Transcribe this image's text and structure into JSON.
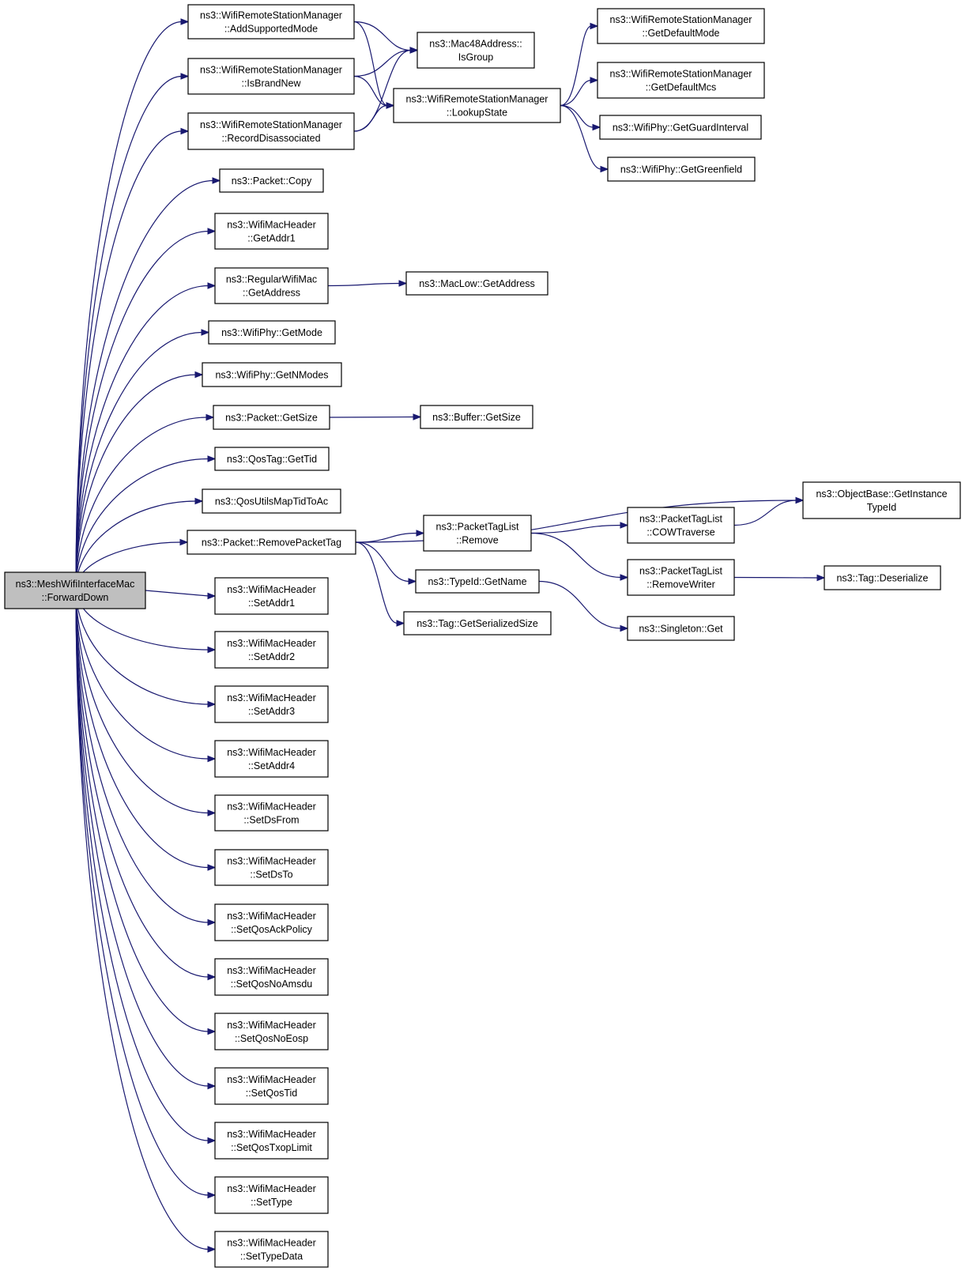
{
  "colors": {
    "edge": "#191970",
    "node_fill": "#ffffff",
    "root_fill": "#bfbfbf",
    "border": "#000000"
  },
  "nodes": {
    "root": [
      "ns3::MeshWifiInterfaceMac",
      "::ForwardDown"
    ],
    "addSupportedMode": [
      "ns3::WifiRemoteStationManager",
      "::AddSupportedMode"
    ],
    "isBrandNew": [
      "ns3::WifiRemoteStationManager",
      "::IsBrandNew"
    ],
    "recordDisassociated": [
      "ns3::WifiRemoteStationManager",
      "::RecordDisassociated"
    ],
    "packetCopy": [
      "ns3::Packet::Copy"
    ],
    "getAddr1": [
      "ns3::WifiMacHeader",
      "::GetAddr1"
    ],
    "regularGetAddress": [
      "ns3::RegularWifiMac",
      "::GetAddress"
    ],
    "getMode": [
      "ns3::WifiPhy::GetMode"
    ],
    "getNModes": [
      "ns3::WifiPhy::GetNModes"
    ],
    "packetGetSize": [
      "ns3::Packet::GetSize"
    ],
    "qosGetTid": [
      "ns3::QosTag::GetTid"
    ],
    "qosMap": [
      "ns3::QosUtilsMapTidToAc"
    ],
    "removePacketTag": [
      "ns3::Packet::RemovePacketTag"
    ],
    "setAddr1": [
      "ns3::WifiMacHeader",
      "::SetAddr1"
    ],
    "setAddr2": [
      "ns3::WifiMacHeader",
      "::SetAddr2"
    ],
    "setAddr3": [
      "ns3::WifiMacHeader",
      "::SetAddr3"
    ],
    "setAddr4": [
      "ns3::WifiMacHeader",
      "::SetAddr4"
    ],
    "setDsFrom": [
      "ns3::WifiMacHeader",
      "::SetDsFrom"
    ],
    "setDsTo": [
      "ns3::WifiMacHeader",
      "::SetDsTo"
    ],
    "setQosAckPolicy": [
      "ns3::WifiMacHeader",
      "::SetQosAckPolicy"
    ],
    "setQosNoAmsdu": [
      "ns3::WifiMacHeader",
      "::SetQosNoAmsdu"
    ],
    "setQosNoEosp": [
      "ns3::WifiMacHeader",
      "::SetQosNoEosp"
    ],
    "setQosTid": [
      "ns3::WifiMacHeader",
      "::SetQosTid"
    ],
    "setQosTxopLimit": [
      "ns3::WifiMacHeader",
      "::SetQosTxopLimit"
    ],
    "setType": [
      "ns3::WifiMacHeader",
      "::SetType"
    ],
    "setTypeData": [
      "ns3::WifiMacHeader",
      "::SetTypeData"
    ],
    "isGroup": [
      "ns3::Mac48Address::",
      "IsGroup"
    ],
    "lookupState": [
      "ns3::WifiRemoteStationManager",
      "::LookupState"
    ],
    "getDefaultMode": [
      "ns3::WifiRemoteStationManager",
      "::GetDefaultMode"
    ],
    "getDefaultMcs": [
      "ns3::WifiRemoteStationManager",
      "::GetDefaultMcs"
    ],
    "getGuardInterval": [
      "ns3::WifiPhy::GetGuardInterval"
    ],
    "getGreenfield": [
      "ns3::WifiPhy::GetGreenfield"
    ],
    "macLowGetAddress": [
      "ns3::MacLow::GetAddress"
    ],
    "bufferGetSize": [
      "ns3::Buffer::GetSize"
    ],
    "objectBase": [
      "ns3::ObjectBase::GetInstance",
      "TypeId"
    ],
    "ptlRemove": [
      "ns3::PacketTagList",
      "::Remove"
    ],
    "typeIdGetName": [
      "ns3::TypeId::GetName"
    ],
    "tagGetSerializedSize": [
      "ns3::Tag::GetSerializedSize"
    ],
    "cowTraverse": [
      "ns3::PacketTagList",
      "::COWTraverse"
    ],
    "removeWriter": [
      "ns3::PacketTagList",
      "::RemoveWriter"
    ],
    "tagDeserialize": [
      "ns3::Tag::Deserialize"
    ],
    "singletonGet": [
      "ns3::Singleton::Get"
    ]
  },
  "edges": [
    [
      "root",
      "addSupportedMode"
    ],
    [
      "root",
      "isBrandNew"
    ],
    [
      "root",
      "recordDisassociated"
    ],
    [
      "root",
      "packetCopy"
    ],
    [
      "root",
      "getAddr1"
    ],
    [
      "root",
      "regularGetAddress"
    ],
    [
      "root",
      "getMode"
    ],
    [
      "root",
      "getNModes"
    ],
    [
      "root",
      "packetGetSize"
    ],
    [
      "root",
      "qosGetTid"
    ],
    [
      "root",
      "qosMap"
    ],
    [
      "root",
      "removePacketTag"
    ],
    [
      "root",
      "setAddr1"
    ],
    [
      "root",
      "setAddr2"
    ],
    [
      "root",
      "setAddr3"
    ],
    [
      "root",
      "setAddr4"
    ],
    [
      "root",
      "setDsFrom"
    ],
    [
      "root",
      "setDsTo"
    ],
    [
      "root",
      "setQosAckPolicy"
    ],
    [
      "root",
      "setQosNoAmsdu"
    ],
    [
      "root",
      "setQosNoEosp"
    ],
    [
      "root",
      "setQosTid"
    ],
    [
      "root",
      "setQosTxopLimit"
    ],
    [
      "root",
      "setType"
    ],
    [
      "root",
      "setTypeData"
    ],
    [
      "addSupportedMode",
      "isGroup"
    ],
    [
      "addSupportedMode",
      "lookupState"
    ],
    [
      "isBrandNew",
      "isGroup"
    ],
    [
      "isBrandNew",
      "lookupState"
    ],
    [
      "recordDisassociated",
      "isGroup"
    ],
    [
      "recordDisassociated",
      "lookupState"
    ],
    [
      "lookupState",
      "getDefaultMode"
    ],
    [
      "lookupState",
      "getDefaultMcs"
    ],
    [
      "lookupState",
      "getGuardInterval"
    ],
    [
      "lookupState",
      "getGreenfield"
    ],
    [
      "regularGetAddress",
      "macLowGetAddress"
    ],
    [
      "packetGetSize",
      "bufferGetSize"
    ],
    [
      "removePacketTag",
      "objectBase"
    ],
    [
      "removePacketTag",
      "ptlRemove"
    ],
    [
      "removePacketTag",
      "typeIdGetName"
    ],
    [
      "removePacketTag",
      "tagGetSerializedSize"
    ],
    [
      "ptlRemove",
      "cowTraverse"
    ],
    [
      "ptlRemove",
      "removeWriter"
    ],
    [
      "cowTraverse",
      "objectBase"
    ],
    [
      "removeWriter",
      "tagDeserialize"
    ],
    [
      "typeIdGetName",
      "singletonGet"
    ]
  ]
}
